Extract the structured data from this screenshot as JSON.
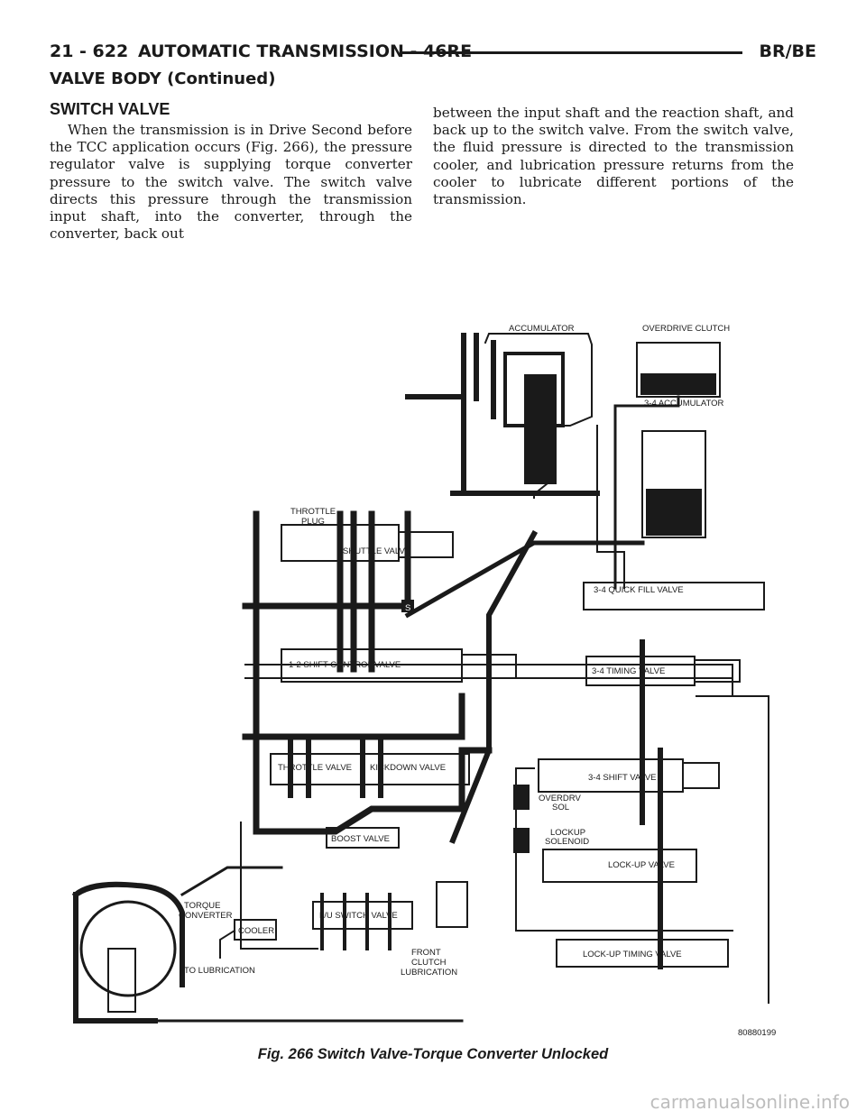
{
  "header": {
    "page": "21 - 622",
    "section": "AUTOMATIC TRANSMISSION - 46RE",
    "model": "BR/BE"
  },
  "continued_title": "VALVE BODY (Continued)",
  "section_heading": "SWITCH VALVE",
  "body": {
    "left": "When the transmission is in Drive Second before the TCC application occurs (Fig. 266), the pressure regulator valve is supplying torque converter pressure to the switch valve. The switch valve directs this pressure through the transmission input shaft, into the converter, through the converter, back out",
    "right": "between the input shaft and the reaction shaft, and back up to the switch valve. From the switch valve, the fluid pressure is directed to the transmission cooler, and lubrication pressure returns from the cooler to lubricate different portions of the transmission."
  },
  "figure": {
    "labels": {
      "accumulator": "ACCUMULATOR",
      "overdrive_clutch": "OVERDRIVE CLUTCH",
      "accumulator_34": "3-4 ACCUMULATOR",
      "throttle_plug_1": "THROTTLE",
      "throttle_plug_2": "PLUG",
      "shuttle_valve": "SHUTTLE VALVE",
      "quick_fill": "3-4 QUICK FILL VALVE",
      "shift_control_12": "1-2 SHIFT CONTROL VALVE",
      "timing_34": "3-4 TIMING VALVE",
      "throttle_valve": "THROTTLE VALVE",
      "kickdown_valve": "KICKDOWN VALVE",
      "shift_34": "3-4 SHIFT VALVE",
      "overdrv_sol_1": "OVERDRV",
      "overdrv_sol_2": "SOL",
      "lockup_sol_1": "LOCKUP",
      "lockup_sol_2": "SOLENOID",
      "boost_valve": "BOOST VALVE",
      "lockup_valve": "LOCK-UP VALVE",
      "torque_conv_1": "TORQUE",
      "torque_conv_2": "CONVERTER",
      "lu_switch": "L/U SWITCH VALVE",
      "cooler": "COOLER",
      "lockup_timing": "LOCK-UP TIMING VALVE",
      "to_lubrication": "TO LUBRICATION",
      "front_clutch_1": "FRONT",
      "front_clutch_2": "CLUTCH",
      "front_clutch_3": "LUBRICATION",
      "marker_s": "S",
      "figure_id": "80880199"
    },
    "caption": "Fig. 266 Switch Valve-Torque Converter Unlocked"
  },
  "watermark": "carmanualsonline.info"
}
